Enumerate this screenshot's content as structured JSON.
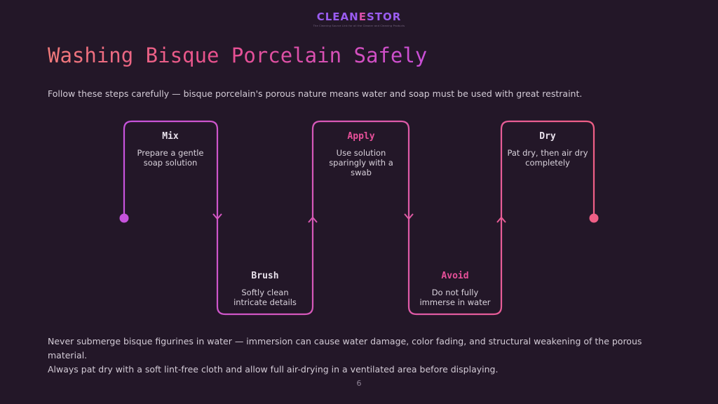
{
  "brand": {
    "name_part1": "CLEAN",
    "name_part2": "E",
    "name_part3": "STOR",
    "tagline": "The Cleaning Source Link for all the Cleaner and Cleaning Products",
    "colors": {
      "primary": "#9a5cf0",
      "accent": "#d94fa8"
    }
  },
  "slide": {
    "title": "Washing Bisque Porcelain Safely",
    "intro": "Follow these steps carefully — bisque porcelain's porous nature means water and soap must be used with great restraint.",
    "outro_line1": "Never submerge bisque figurines in water — immersion can cause water damage, color fading, and structural weakening of the porous material.",
    "outro_line2": "Always pat dry with a soft lint-free cloth and allow full air-drying in a ventilated area before displaying.",
    "page_number": "6"
  },
  "steps": [
    {
      "title": "Mix",
      "description": "Prepare a gentle soap solution",
      "highlight": false
    },
    {
      "title": "Brush",
      "description": "Softly clean intricate details",
      "highlight": false
    },
    {
      "title": "Apply",
      "description": "Use solution sparingly with a swab",
      "highlight": true
    },
    {
      "title": "Avoid",
      "description": "Do not fully immerse in water",
      "highlight": true
    },
    {
      "title": "Dry",
      "description": "Pat dry, then air dry completely",
      "highlight": false
    }
  ],
  "colors": {
    "background": "#231728",
    "flow_start": "#c653dc",
    "flow_end": "#ef5f86",
    "highlight_title": "#e8509a"
  }
}
